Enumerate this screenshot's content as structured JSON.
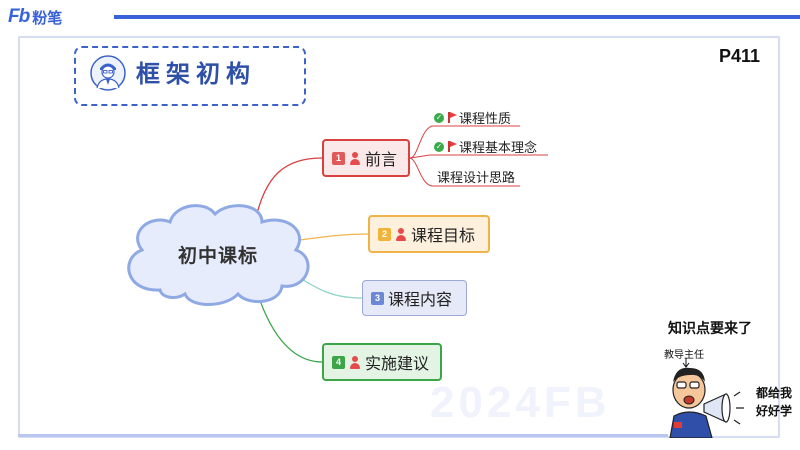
{
  "brand": {
    "logo_text": "Fb",
    "name": "粉笔",
    "accent": "#3a62d8"
  },
  "header": {
    "title": "框架初构",
    "icon": "teacher-avatar-icon",
    "page_number": "P411"
  },
  "mindmap": {
    "center": "初中课标",
    "branches": [
      {
        "number": "1",
        "label": "前言",
        "color": "#d94040",
        "children": [
          {
            "label": "课程性质",
            "checked": true,
            "flagged": true
          },
          {
            "label": "课程基本理念",
            "checked": true,
            "flagged": true
          },
          {
            "label": "课程设计思路",
            "checked": false,
            "flagged": false
          }
        ]
      },
      {
        "number": "2",
        "label": "课程目标",
        "color": "#f0b34a"
      },
      {
        "number": "3",
        "label": "课程内容",
        "color": "#6c87d6"
      },
      {
        "number": "4",
        "label": "实施建议",
        "color": "#3ca548"
      }
    ]
  },
  "watermark": "2024FB",
  "cartoon": {
    "speech": "知识点要来了",
    "tag": "教导主任",
    "shout_line1": "都给我",
    "shout_line2": "好好学"
  }
}
